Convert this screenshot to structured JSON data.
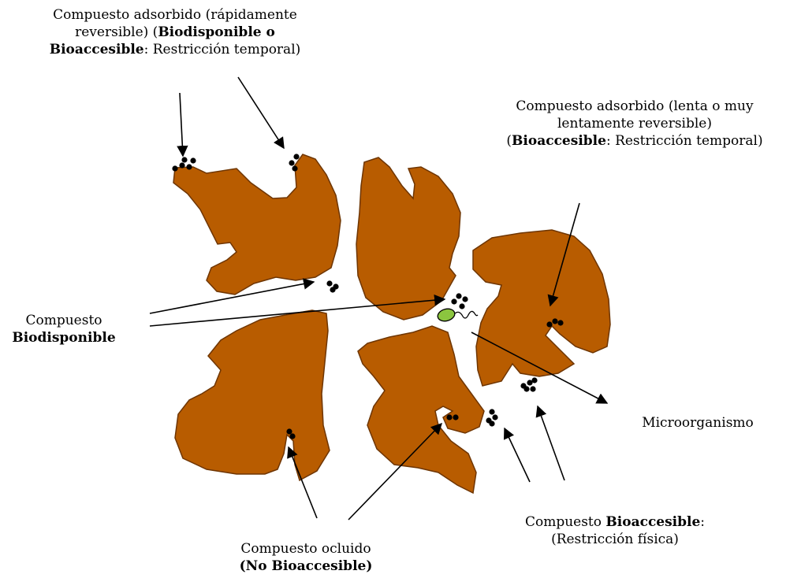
{
  "labels": {
    "top_left": {
      "line1": "Compuesto adsorbido (rápidamente",
      "line2_a": "reversible) (",
      "line2_b": "Biodisponible o",
      "line3_a": "Bioaccesible",
      "line3_b": ": Restricción temporal)"
    },
    "top_right": {
      "line1": "Compuesto adsorbido (lenta o muy",
      "line2": "lentamente reversible)",
      "line3_a": "(",
      "line3_b": "Bioaccesible",
      "line3_c": ": Restricción temporal)"
    },
    "left": {
      "line1": "Compuesto",
      "line2": "Biodisponible"
    },
    "right": {
      "line1": "Microorganismo"
    },
    "bottom_right": {
      "line1_a": "Compuesto ",
      "line1_b": "Bioaccesible",
      "line1_c": ":",
      "line2": "(Restricción física)"
    },
    "bottom_center": {
      "line1": "Compuesto ocluido",
      "line2": "(No Bioaccesible)"
    }
  },
  "colors": {
    "particle": "#B85C00",
    "particle_edge": "#6E3500",
    "microorganism": "#8BC53F",
    "molecule": "#000000",
    "arrow": "#000000"
  }
}
